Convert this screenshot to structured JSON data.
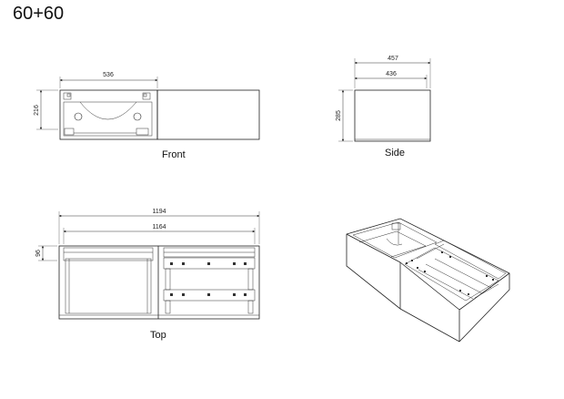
{
  "title": "60+60",
  "views": {
    "front": {
      "label": "Front",
      "dims": {
        "width": "536",
        "height": "216"
      }
    },
    "side": {
      "label": "Side",
      "dims": {
        "depth_outer": "457",
        "depth_inner": "436",
        "height": "285"
      }
    },
    "top": {
      "label": "Top",
      "dims": {
        "total_width": "1194",
        "inner_width": "1164",
        "depth": "96"
      }
    },
    "isometric": {}
  }
}
